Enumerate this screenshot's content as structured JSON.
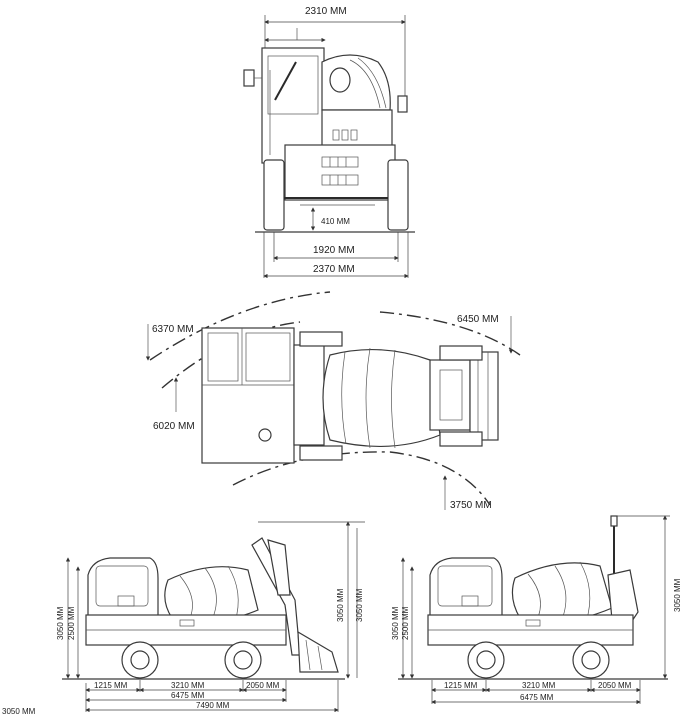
{
  "front_view": {
    "overall_width": "2310 MM",
    "ground_clearance": "410 MM",
    "track_width": "1920 MM",
    "wheel_width": "2370 MM"
  },
  "top_view": {
    "outer_radius_left": "6370 MM",
    "outer_radius_right": "6450 MM",
    "inner_radius_left": "6020 MM",
    "inner_radius_right": "3750 MM"
  },
  "side_view_left": {
    "height_1": "3050 MM",
    "height_2": "2500 MM",
    "height_3": "3050 MM",
    "dim_front": "1215 MM",
    "dim_wheelbase": "3210 MM",
    "dim_rear": "2050 MM",
    "dim_total": "6475 MM",
    "dim_total_bucket": "7490 MM"
  },
  "side_view_right": {
    "height_1": "3050 MM",
    "height_2": "2500 MM",
    "height_3": "3050 MM",
    "dim_front": "1215 MM",
    "dim_wheelbase": "3210 MM",
    "dim_rear": "2050 MM",
    "dim_total": "6475 MM"
  },
  "corner_label": "3050 MM"
}
